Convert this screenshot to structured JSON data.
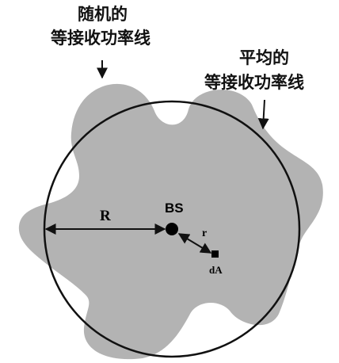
{
  "labels": {
    "random_contour_line1": "随机的",
    "random_contour_line2": "等接收功率线",
    "average_contour_line1": "平均的",
    "average_contour_line2": "等接收功率线",
    "radius": "R",
    "base_station": "BS",
    "distance": "r",
    "area_element": "dA"
  },
  "colors": {
    "region_fill": "#b3b3b3",
    "stroke": "#111111"
  }
}
